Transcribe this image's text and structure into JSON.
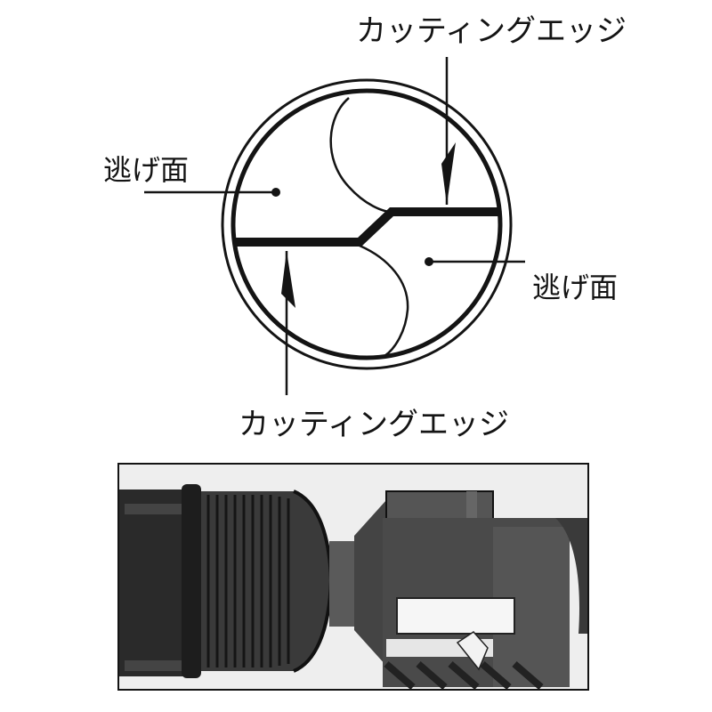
{
  "labels": {
    "cutting_edge_top": "カッティングエッジ",
    "relief_face_left": "逃げ面",
    "relief_face_right": "逃げ面",
    "cutting_edge_bottom": "カッティングエッジ"
  },
  "photo": {
    "description_icon": "drill-chuck-grinder-photo-icon"
  },
  "colors": {
    "ink": "#141414",
    "background": "#ffffff",
    "photo_dark": "#2a2a2a",
    "photo_mid": "#6b6b6b",
    "photo_light": "#e9e9e9"
  }
}
